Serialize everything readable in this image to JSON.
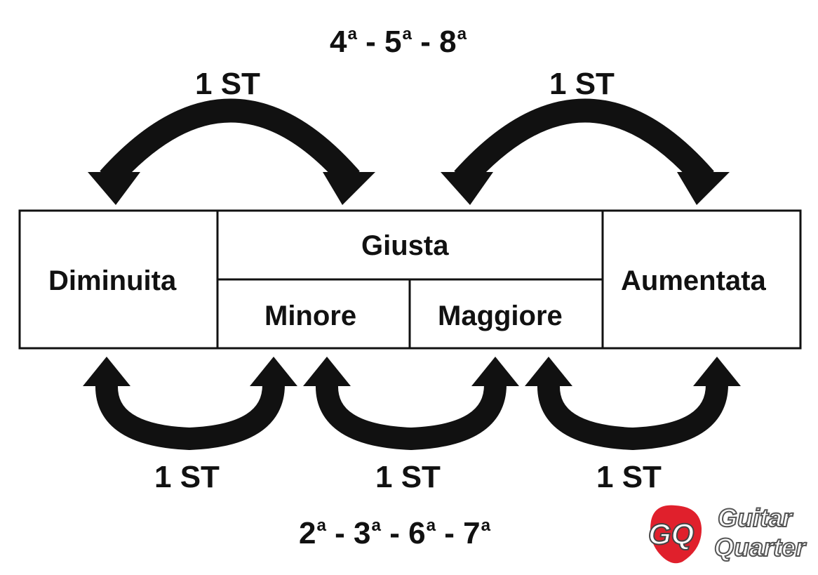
{
  "top_heading": {
    "parts": [
      "4",
      "a",
      " - ",
      "5",
      "a",
      " - ",
      "8",
      "a"
    ]
  },
  "bottom_heading": {
    "parts": [
      "2",
      "a",
      " - ",
      "3",
      "a",
      " - ",
      "6",
      "a",
      " - ",
      "7",
      "a"
    ]
  },
  "semitone_label": "1 ST",
  "cells": {
    "diminuita": "Diminuita",
    "giusta": "Giusta",
    "minore": "Minore",
    "maggiore": "Maggiore",
    "aumentata": "Aumentata"
  },
  "logo": {
    "monogram": "GQ",
    "line1": "Guitar",
    "line2": "Quarter",
    "color": "#e0202c"
  },
  "colors": {
    "ink": "#111111",
    "background": "#ffffff"
  }
}
